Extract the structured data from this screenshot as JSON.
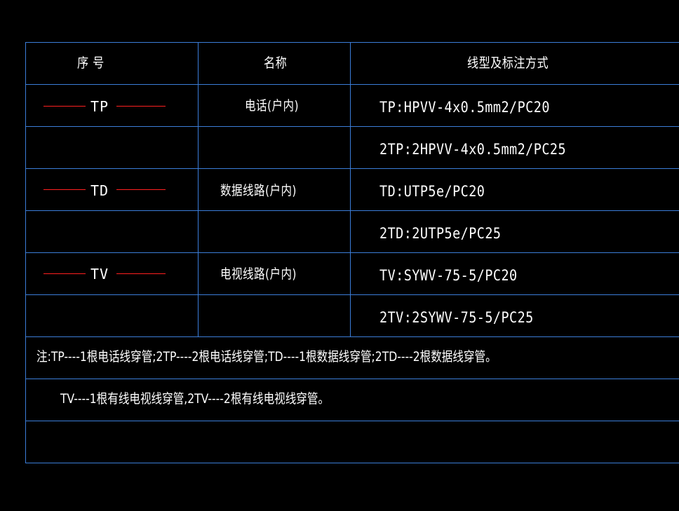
{
  "header": {
    "col1": "序 号",
    "col2": "名称",
    "col3": "线型及标注方式"
  },
  "rows": [
    {
      "code": "TP",
      "name": "电话(户内)",
      "spec": "TP:HPVV-4x0.5mm2/PC20"
    },
    {
      "code": "",
      "name": "",
      "spec": "2TP:2HPVV-4x0.5mm2/PC25"
    },
    {
      "code": "TD",
      "name": "数据线路(户内)",
      "spec": "TD:UTP5e/PC20"
    },
    {
      "code": "",
      "name": "",
      "spec": "2TD:2UTP5e/PC25"
    },
    {
      "code": "TV",
      "name": "电视线路(户内)",
      "spec": "TV:SYWV-75-5/PC20"
    },
    {
      "code": "",
      "name": "",
      "spec": "2TV:2SYWV-75-5/PC25"
    }
  ],
  "notes": {
    "line1": "注:TP----1根电话线穿管;2TP----2根电话线穿管;TD----1根数据线穿管;2TD----2根数据线穿管。",
    "line2": "TV----1根有线电视线穿管,2TV----2根有线电视线穿管。"
  },
  "colors": {
    "grid": "#3b7dd8",
    "legend_line": "#ff2020",
    "text": "#ffffff",
    "background": "#000000"
  }
}
